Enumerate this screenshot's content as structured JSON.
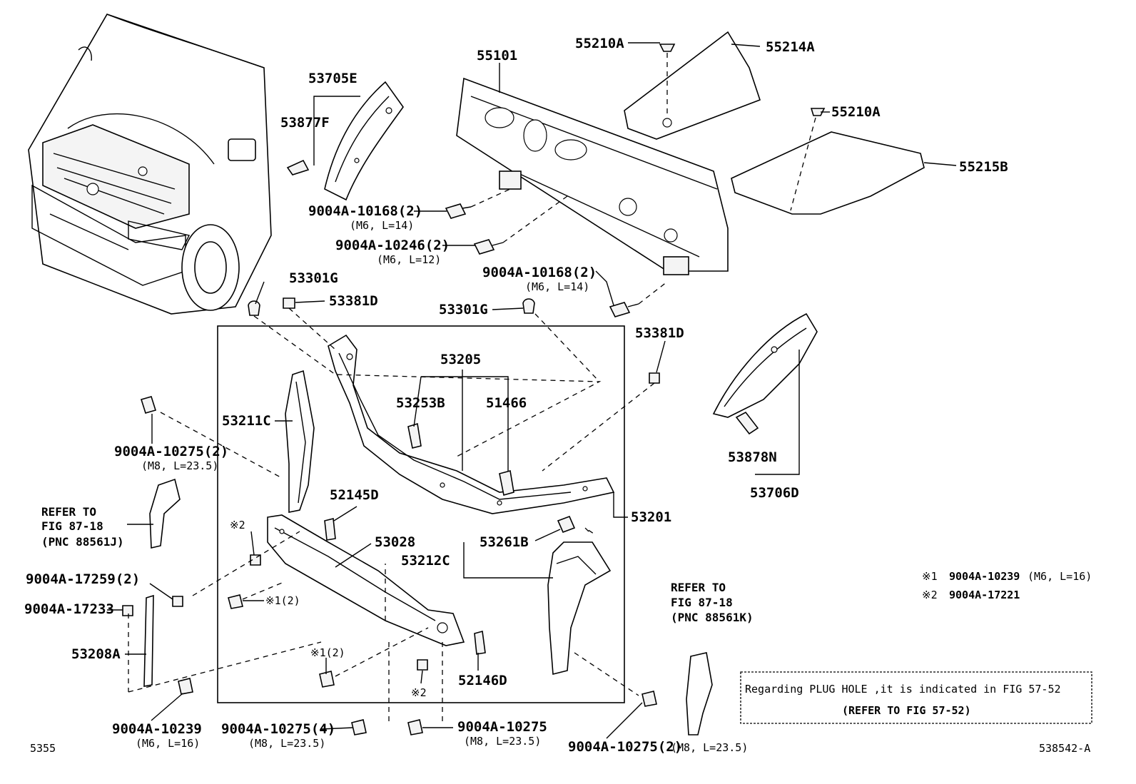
{
  "parts": {
    "p55210A_top": "55210A",
    "p55214A": "55214A",
    "p55101": "55101",
    "p55210A_right": "55210A",
    "p55215B": "55215B",
    "p53705E": "53705E",
    "p53877F": "53877F",
    "bolt_10168_a": "9004A-10168(2)",
    "bolt_10168_a_spec": "(M6, L=14)",
    "bolt_10246": "9004A-10246(2)",
    "bolt_10246_spec": "(M6, L=12)",
    "bolt_10168_b": "9004A-10168(2)",
    "bolt_10168_b_spec": "(M6, L=14)",
    "p53301G_a": "53301G",
    "p53381D_a": "53381D",
    "p53301G_b": "53301G",
    "p53381D_b": "53381D",
    "p53205": "53205",
    "p53253B": "53253B",
    "p51466": "51466",
    "p53211C": "53211C",
    "bolt_10275_a": "9004A-10275(2)",
    "bolt_10275_a_spec": "(M8, L=23.5)",
    "p52145D": "52145D",
    "p53028": "53028",
    "p53261B": "53261B",
    "p53212C": "53212C",
    "p53201": "53201",
    "p53878N": "53878N",
    "p53706D": "53706D",
    "mark2_a": "※2",
    "mark1_a": "※1(2)",
    "bolt_17259": "9004A-17259(2)",
    "bolt_17233": "9004A-17233",
    "p53208A": "53208A",
    "mark1_b": "※1(2)",
    "mark2_b": "※2",
    "p52146D": "52146D",
    "bolt_10239": "9004A-10239",
    "bolt_10239_spec": "(M6, L=16)",
    "bolt_10275_4": "9004A-10275(4)",
    "bolt_10275_4_spec": "(M8, L=23.5)",
    "bolt_10275_c": "9004A-10275",
    "bolt_10275_c_spec": "(M8, L=23.5)",
    "bolt_10275_d": "9004A-10275(2)",
    "bolt_10275_d_spec": "(M8, L=23.5)"
  },
  "refer_left": {
    "line1": "REFER TO",
    "line2": "FIG 87-18",
    "line3": "(PNC 88561J)"
  },
  "refer_right": {
    "line1": "REFER TO",
    "line2": "FIG 87-18",
    "line3": "(PNC 88561K)"
  },
  "footnotes": {
    "n1_mark": "※1",
    "n1_part": "9004A-10239",
    "n1_spec": "(M6, L=16)",
    "n2_mark": "※2",
    "n2_part": "9004A-17221"
  },
  "plug_note": {
    "line1": "Regarding PLUG HOLE ,it is indicated in FIG 57-52",
    "line2": "(REFER TO FIG 57-52)"
  },
  "page_code_left": "5355",
  "page_code_right": "538542-A"
}
